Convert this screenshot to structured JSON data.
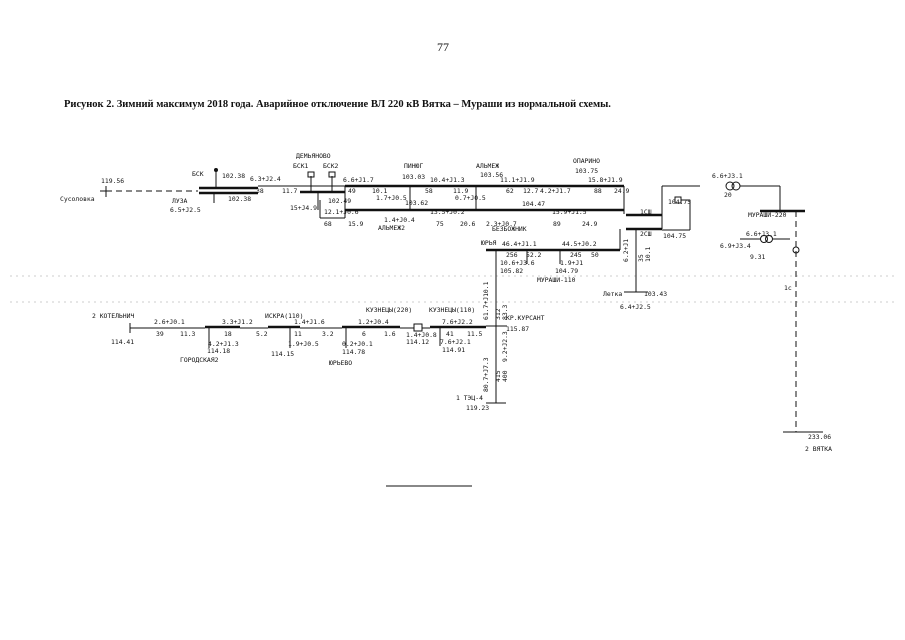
{
  "page_number": "77",
  "caption": "Рисунок 2. Зимний максимум 2018 года. Аварийное отключение ВЛ 220 кВ Вятка – Мураши из нормальной схемы.",
  "nodes": {
    "n_11956": "119.56",
    "susolovka": "Сусоловка",
    "bsk": "БСК",
    "v10238a": "102.38",
    "luza": "ЛУЗА",
    "luza_load": "6.5+J2.5",
    "v10238b": "102.38",
    "demyanovo": "ДЕМЬЯНОВО",
    "bsk1": "БСК1",
    "bsk2": "БСК2",
    "v10249": "102.49",
    "pinyug": "ПИНЮГ",
    "v10303": "103.03",
    "v10362": "103.62",
    "almezh": "АЛЬМЕЖ",
    "v10356": "103.56",
    "almezh2": "АЛЬМЕЖ2",
    "oparino": "ОПАРИНО",
    "v10375": "103.75",
    "v10447": "104.47",
    "bezbozhnik": "БЕЗБОЖНИК",
    "jurya": "ЮРЬЯ",
    "v10582": "105.82",
    "v10479": "104.79",
    "murashi110": "МУРАШИ-110",
    "v10475": "104.75",
    "v10475b": "104.75",
    "murashi220": "МУРАШИ-220",
    "v931": "9.31",
    "letka": "Летка",
    "v10343": "103.43",
    "letka_load": "6.4+J2.5",
    "vyatka_v": "233.06",
    "vyatka": "2 ВЯТКА",
    "kotelnich": "2 КОТЕЛЬНИЧ",
    "v11441": "114.41",
    "v11418": "114.18",
    "gorodskaya2": "ГОРОДСКАЯ2",
    "iskra110": "ИСКРА(110)",
    "v11415": "114.15",
    "v11478": "114.78",
    "yurevo": "ЮРЬЕВО",
    "kuzn220": "КУЗНЕЦЫ(220)",
    "kuzn110": "КУЗНЕЦЫ(110)",
    "v11412": "114.12",
    "v11491": "114.91",
    "krkursant": "КР.КУРСАНТ",
    "v11587": "115.87",
    "tec4": "1 ТЭЦ-4",
    "v11923": "119.23"
  },
  "flows": {
    "f01": "6.3+J2.4",
    "f02": "38",
    "f03": "11.7",
    "f04": "15+J4.9",
    "f05": "6.6+J1.7",
    "f06": "12.1+J0.6",
    "f07": "49",
    "f08": "10.1",
    "f09": "68",
    "f10": "15.9",
    "f11": "10.4+J1.3",
    "f12": "1.7+J0.5",
    "f13": "58",
    "f14": "11.9",
    "f15": "0.7+J0.5",
    "f16": "1.4+J0.4",
    "f17": "13.5+J0.2",
    "f18": "75",
    "f19": "20.6",
    "f20": "11.1+J1.9",
    "f21": "62",
    "f22": "12.7",
    "f23": "4.2+J1.7",
    "f24": "15.8+J1.9",
    "f25": "88",
    "f26": "24.9",
    "f27": "2.3+J0.7",
    "f28": "15.9+J1.5",
    "f29": "89",
    "f30": "24.9",
    "f31": "1СШ",
    "f32": "2СШ",
    "f33": "6.6+J3.1",
    "f34": "20",
    "f35": "6.9+J3.4",
    "f36": "6.6+J3.1",
    "f37": "1с",
    "f38": "46.4+J1.1",
    "f39": "256",
    "f40": "52.2",
    "f41": "10.6+J3.6",
    "f42": "44.5+J0.2",
    "f43": "245",
    "f44": "50",
    "f45": "1.9+J1",
    "f46": "6.2+J1",
    "f47": "35",
    "f48": "10.1",
    "f49": "2.6+J0.1",
    "f50": "39",
    "f51": "11.3",
    "f52": "3.3+J1.2",
    "f53": "18",
    "f54": "5.2",
    "f55": "4.2+J1.3",
    "f56": "1.4+J1.6",
    "f57": "11",
    "f58": "3.2",
    "f59": "1.9+J0.5",
    "f60": "1.2+J0.4",
    "f61": "6",
    "f62": "1.6",
    "f63": "0.2+J0.1",
    "f64": "1.4+J0.8",
    "f65": "7.6+J2.2",
    "f66": "41",
    "f67": "11.5",
    "f68": "7.6+J2.1",
    "f69": "61.7+J10.1",
    "f70": "312",
    "f71": "83.3",
    "f72": "80.7+J7.3",
    "f73": "415",
    "f74": "400",
    "f75": "9.2+J2.3"
  }
}
